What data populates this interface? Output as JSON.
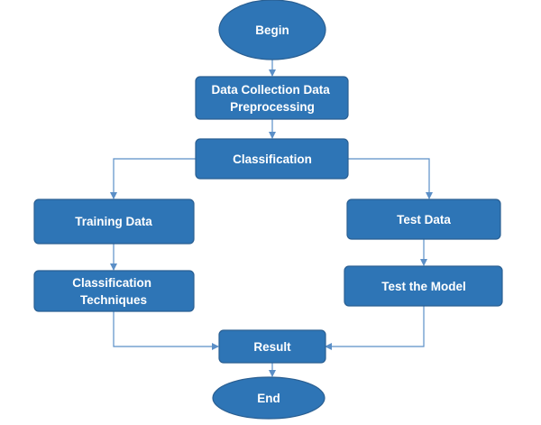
{
  "nodes": {
    "begin": {
      "label": "Begin",
      "shape": "ellipse"
    },
    "data_collection": {
      "lines": [
        "Data Collection Data",
        "Preprocessing"
      ]
    },
    "classification": {
      "label": "Classification"
    },
    "training_data": {
      "label": "Training Data"
    },
    "classification_techniques": {
      "lines": [
        "Classification",
        "Techniques"
      ]
    },
    "test_data": {
      "label": "Test Data"
    },
    "test_model": {
      "label": "Test the Model"
    },
    "result": {
      "label": "Result"
    },
    "end": {
      "label": "End",
      "shape": "ellipse"
    }
  },
  "edges": [
    {
      "from": "begin",
      "to": "data_collection"
    },
    {
      "from": "data_collection",
      "to": "classification"
    },
    {
      "from": "classification",
      "to": "training_data"
    },
    {
      "from": "classification",
      "to": "test_data"
    },
    {
      "from": "training_data",
      "to": "classification_techniques"
    },
    {
      "from": "test_data",
      "to": "test_model"
    },
    {
      "from": "classification_techniques",
      "to": "result"
    },
    {
      "from": "test_model",
      "to": "result"
    },
    {
      "from": "result",
      "to": "end"
    }
  ],
  "colors": {
    "node_fill": "#2e75b6",
    "node_border": "#2a5f92",
    "label": "#ffffff",
    "connector": "#5b8fc7"
  }
}
